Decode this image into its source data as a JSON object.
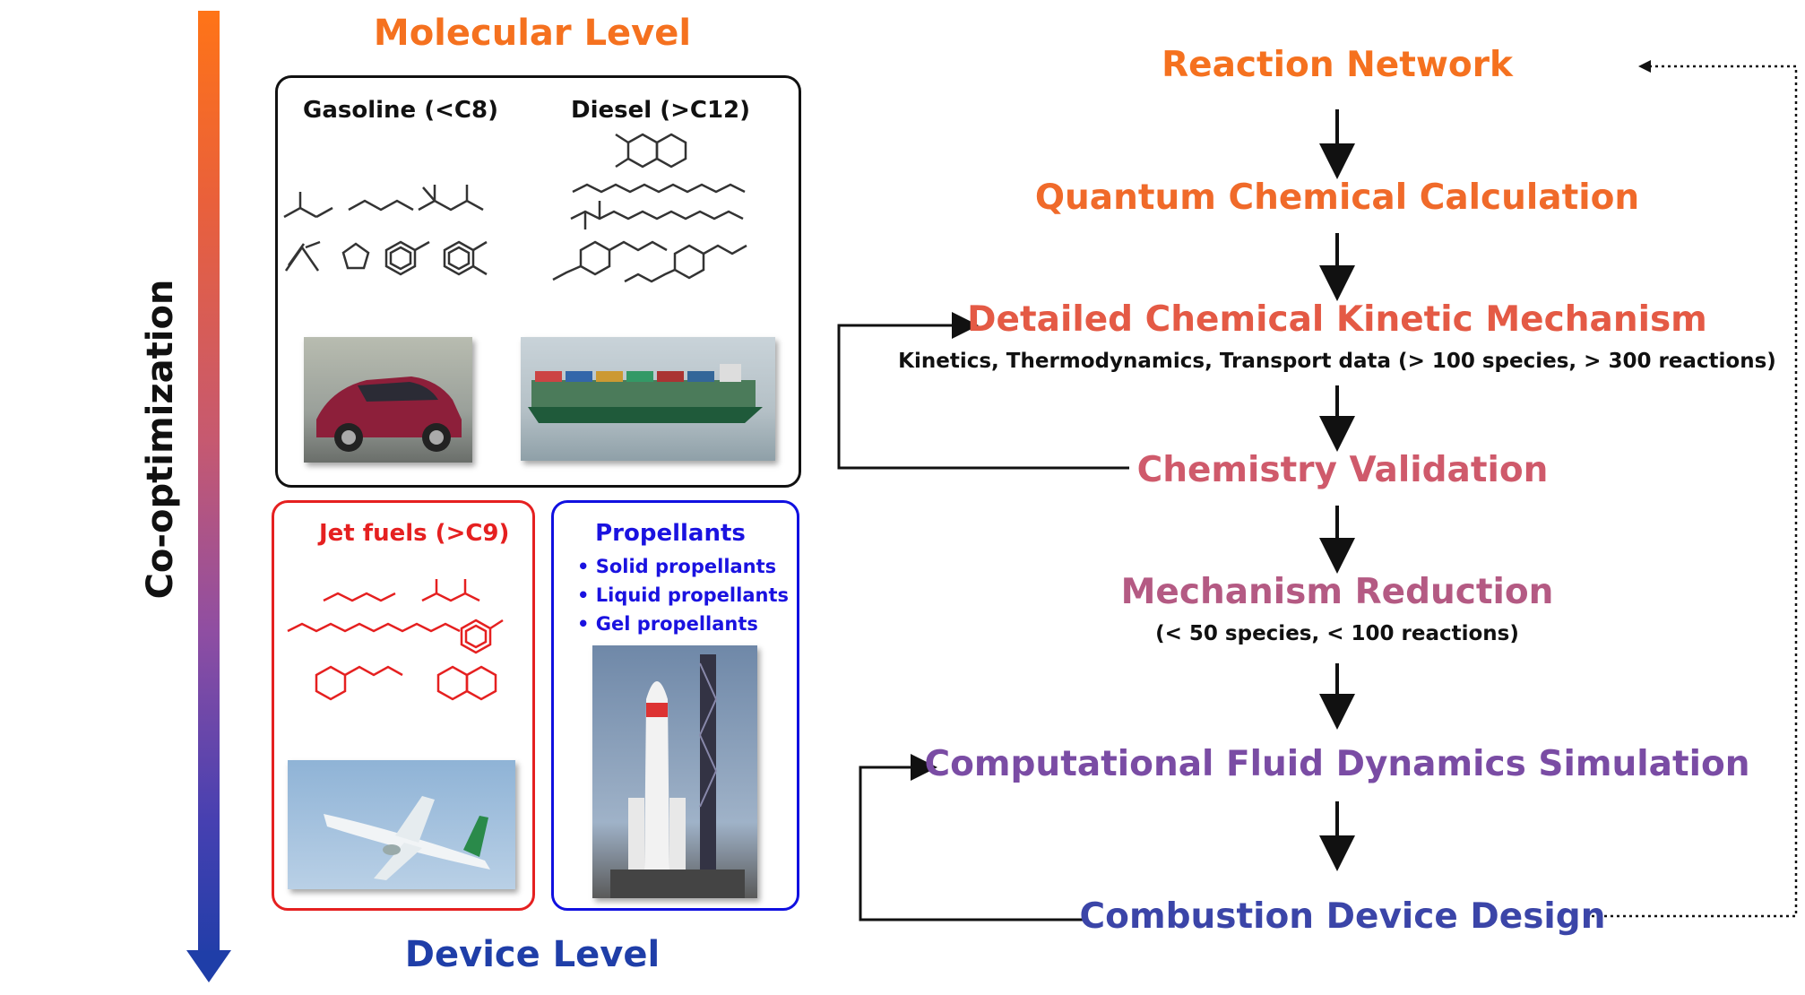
{
  "left": {
    "axis_label": "Co-optimization",
    "top_title": "Molecular Level",
    "bottom_title": "Device Level",
    "gasoline_label": "Gasoline  (<C8)",
    "diesel_label": "Diesel  (>C12)",
    "jet_label": "Jet fuels  (>C9)",
    "propellants": {
      "title": "Propellants",
      "items": [
        "Solid propellants",
        "Liquid propellants",
        "Gel propellants"
      ]
    }
  },
  "flow": {
    "steps": [
      {
        "label": "Reaction Network",
        "color": "#f5711f"
      },
      {
        "label": "Quantum Chemical Calculation",
        "color": "#f06a2a"
      },
      {
        "label": "Detailed Chemical Kinetic Mechanism",
        "color": "#e45a45",
        "sub": "Kinetics, Thermodynamics, Transport data (> 100 species, > 300 reactions)"
      },
      {
        "label": "Chemistry Validation",
        "color": "#cf5a6b"
      },
      {
        "label": "Mechanism Reduction",
        "color": "#b45a83",
        "sub": "(< 50 species, < 100 reactions)"
      },
      {
        "label": "Computational Fluid Dynamics Simulation",
        "color": "#7a4ca4"
      },
      {
        "label": "Combustion Device Design",
        "color": "#3b45a8"
      }
    ]
  },
  "colors": {
    "gasoline_border": "#111111",
    "jet_border": "#e52020",
    "propellant_border": "#1010e0",
    "orange": "#f5711f",
    "blue": "#1f3ea8"
  },
  "icons": [
    "car-photo",
    "container-ship-photo",
    "airplane-photo",
    "rocket-photo"
  ]
}
